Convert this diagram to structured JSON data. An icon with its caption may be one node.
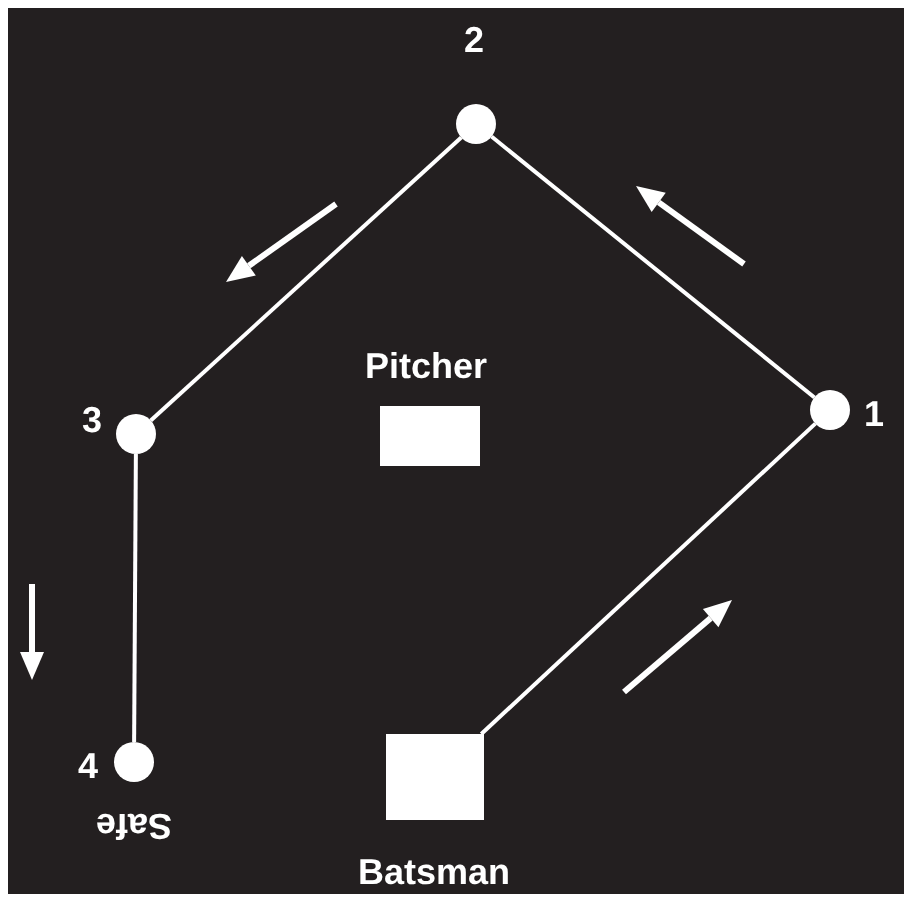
{
  "diagram": {
    "nodes": [
      {
        "text": [],
        "shape": "circle",
        "beside": [
          "2"
        ]
      },
      {
        "text": [],
        "shape": "circle",
        "beside": [
          "3"
        ]
      },
      {
        "text": [
          "Pitcher"
        ]
      },
      {
        "text": [],
        "shape": "circle",
        "beside": [
          "1"
        ]
      },
      {
        "text": [],
        "shape": "circle",
        "beside": [
          "4",
          "Safe"
        ]
      },
      {
        "text": [
          "Batsman"
        ]
      }
    ],
    "edges": [
      {
        "from": 5,
        "to": 3,
        "arrow": "none"
      },
      {
        "from": 3,
        "to": 0,
        "arrow": "none"
      },
      {
        "from": 0,
        "to": 1,
        "arrow": "none"
      },
      {
        "from": 1,
        "to": 4,
        "arrow": "none"
      }
    ]
  }
}
